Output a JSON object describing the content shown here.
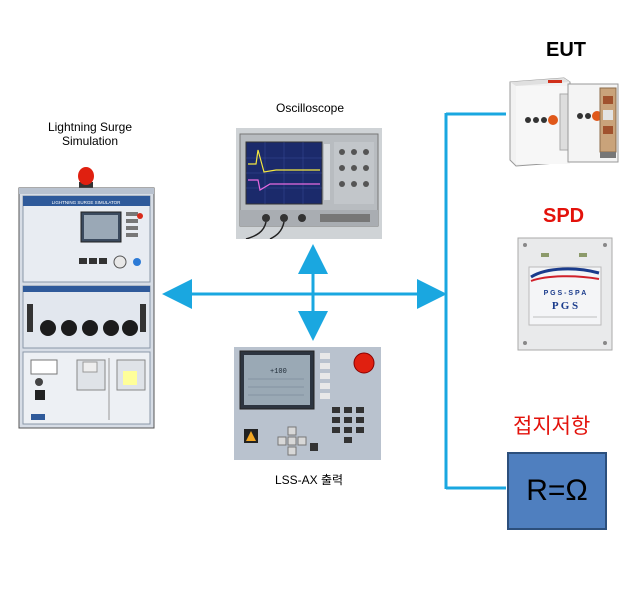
{
  "simulator": {
    "caption": "Lightning Surge\nSimulation",
    "panel_text": "LIGHTNING SURGE SIMULATOR"
  },
  "oscilloscope": {
    "caption": "Oscilloscope"
  },
  "output": {
    "caption": "LSS-AX 출력",
    "display_value": "+100"
  },
  "eut": {
    "title": "EUT"
  },
  "spd": {
    "title": "SPD",
    "plate_text": "P G S - S P A",
    "plate_sub": "P G S"
  },
  "ground": {
    "title": "접지저항",
    "formula": "R=Ω"
  },
  "colors": {
    "connector": "#1aa7e0",
    "spd_title": "#e3120b",
    "ground_title": "#e3120b",
    "rbox_fill": "#4f7fbf"
  }
}
